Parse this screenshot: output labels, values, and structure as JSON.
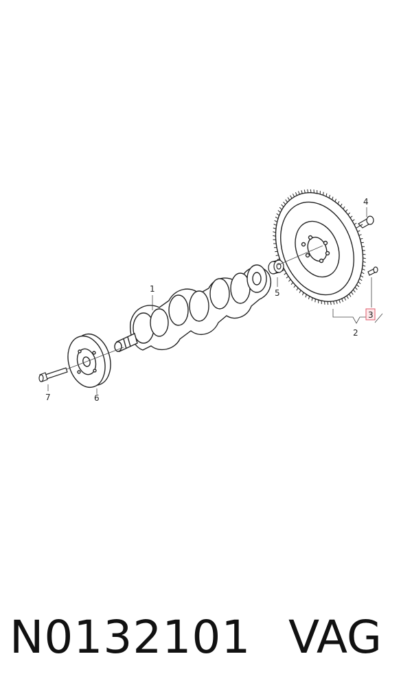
{
  "callouts": {
    "c1": "1",
    "c2": "2",
    "c3": "3",
    "c4": "4",
    "c5": "5",
    "c6": "6",
    "c7": "7"
  },
  "highlight_color": "#e05a6a",
  "footer": {
    "part_number": "N0132101",
    "brand": "VAG"
  }
}
